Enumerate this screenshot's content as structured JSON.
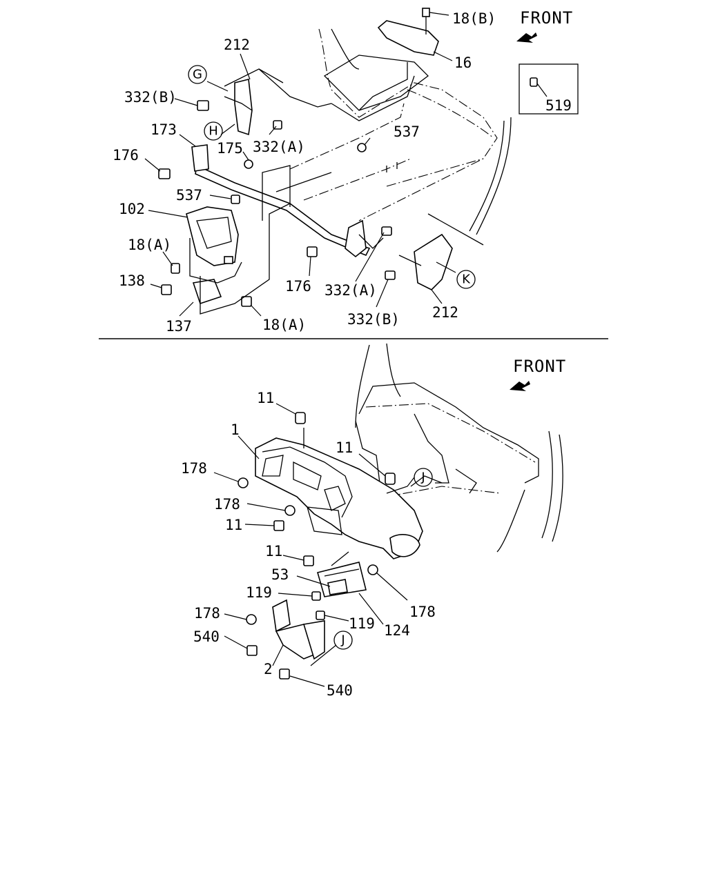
{
  "top_diagram": {
    "front_label": "FRONT",
    "inset_label": "519",
    "callouts": {
      "c_18b": "18(B)",
      "c_16": "16",
      "c_212_top": "212",
      "c_332b_top": "332(B)",
      "c_173": "173",
      "c_175": "175",
      "c_332a_top": "332(A)",
      "c_537_right": "537",
      "c_176_left": "176",
      "c_537_left": "537",
      "c_102": "102",
      "c_18a_left": "18(A)",
      "c_138": "138",
      "c_137": "137",
      "c_18a_bottom": "18(A)",
      "c_176_mid": "176",
      "c_332a_bottom": "332(A)",
      "c_332b_bottom": "332(B)",
      "c_212_bottom": "212"
    },
    "circled": {
      "g": "G",
      "h": "H",
      "k": "K"
    }
  },
  "bottom_diagram": {
    "front_label": "FRONT",
    "callouts": {
      "c_11_top": "11",
      "c_1": "1",
      "c_11_mid": "11",
      "c_178_a": "178",
      "c_178_b": "178",
      "c_11_left": "11",
      "c_11_lower": "11",
      "c_53": "53",
      "c_119_left": "119",
      "c_178_right": "178",
      "c_178_c": "178",
      "c_119_right": "119",
      "c_124": "124",
      "c_540_left": "540",
      "c_2": "2",
      "c_540_bottom": "540"
    },
    "circled": {
      "j_top": "J",
      "j_bottom": "J"
    }
  }
}
